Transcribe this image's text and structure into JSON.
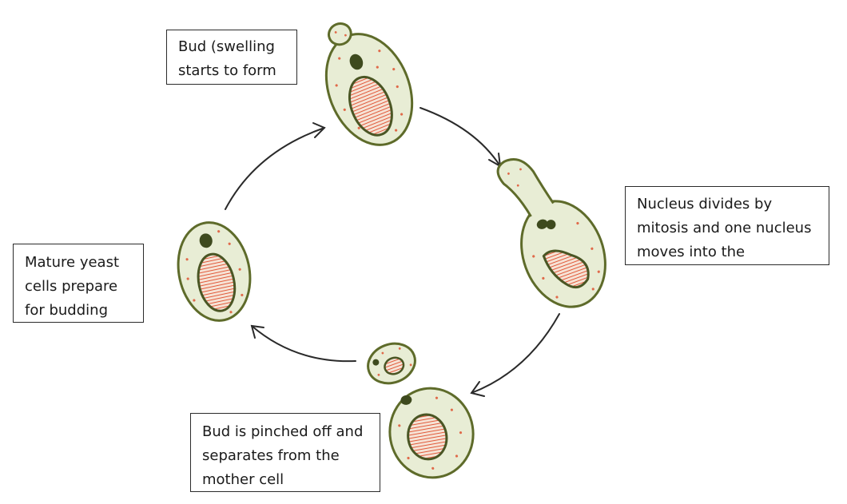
{
  "labels": {
    "bud_forms": {
      "line1": "Bud (swelling",
      "line2": "starts to form"
    },
    "nucleus_divides": {
      "line1": "Nucleus divides by",
      "line2": "mitosis and one nucleus",
      "line3": "moves into the"
    },
    "pinched_off": {
      "line1": "Bud is pinched off and",
      "line2": "separates from the",
      "line3": "mother cell"
    },
    "mature": {
      "line1": "Mature yeast",
      "line2": "cells prepare",
      "line3": "for budding"
    }
  },
  "colors": {
    "cell_outline": "#5e6b2a",
    "cytoplasm": "#e8edd5",
    "nucleus": "#3e4a1e",
    "vacuole_stripes": "#e05a3a",
    "granules": "#e06a4a",
    "arrow": "#2a2a2a"
  }
}
